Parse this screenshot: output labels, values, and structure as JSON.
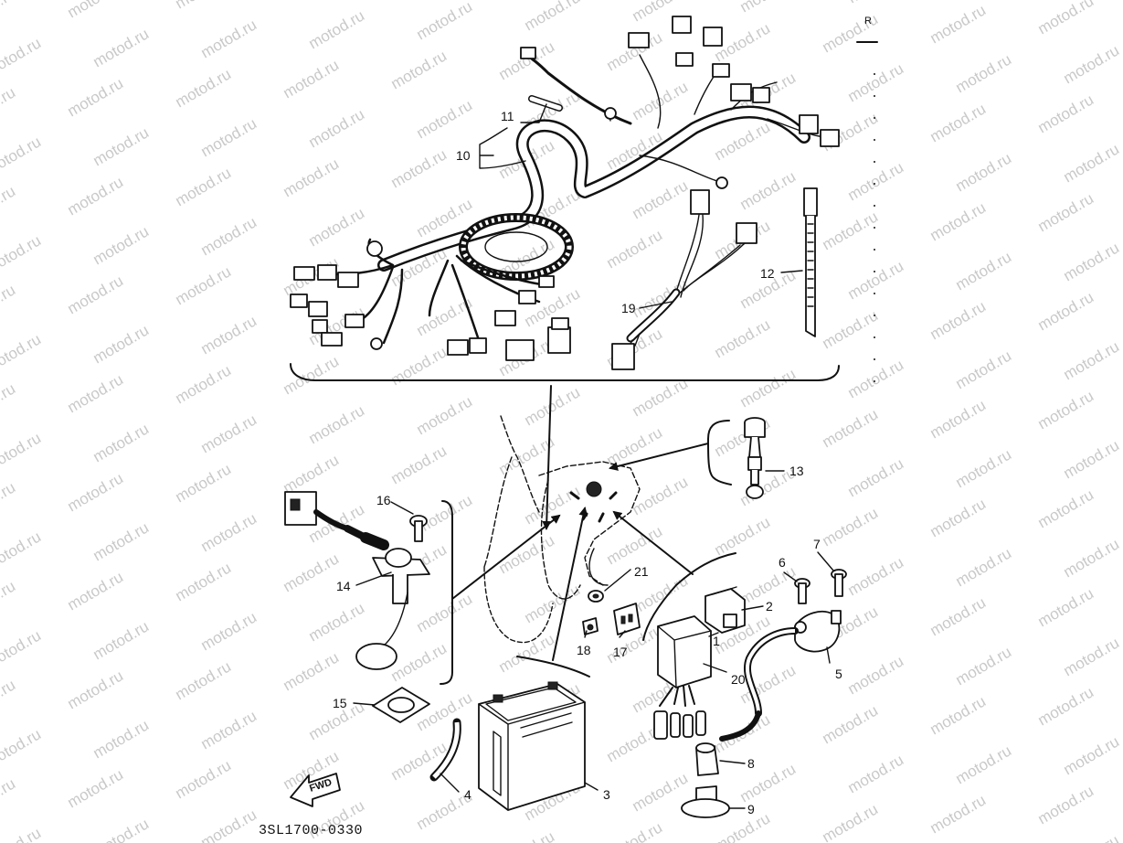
{
  "diagram": {
    "corner_mark": "R",
    "diagram_code": "3SL1700-0330",
    "direction_label": "FWD",
    "watermark_text": "motod.ru",
    "callouts": [
      {
        "id": "c1",
        "label": "1"
      },
      {
        "id": "c2",
        "label": "2"
      },
      {
        "id": "c3",
        "label": "3"
      },
      {
        "id": "c4",
        "label": "4"
      },
      {
        "id": "c5",
        "label": "5"
      },
      {
        "id": "c6",
        "label": "6"
      },
      {
        "id": "c7",
        "label": "7"
      },
      {
        "id": "c8",
        "label": "8"
      },
      {
        "id": "c9",
        "label": "9"
      },
      {
        "id": "c10",
        "label": "10"
      },
      {
        "id": "c11",
        "label": "11"
      },
      {
        "id": "c12",
        "label": "12"
      },
      {
        "id": "c13",
        "label": "13"
      },
      {
        "id": "c14",
        "label": "14"
      },
      {
        "id": "c15",
        "label": "15"
      },
      {
        "id": "c16",
        "label": "16"
      },
      {
        "id": "c17",
        "label": "17"
      },
      {
        "id": "c18",
        "label": "18"
      },
      {
        "id": "c19",
        "label": "19"
      },
      {
        "id": "c20",
        "label": "20"
      },
      {
        "id": "c21",
        "label": "21"
      }
    ]
  }
}
